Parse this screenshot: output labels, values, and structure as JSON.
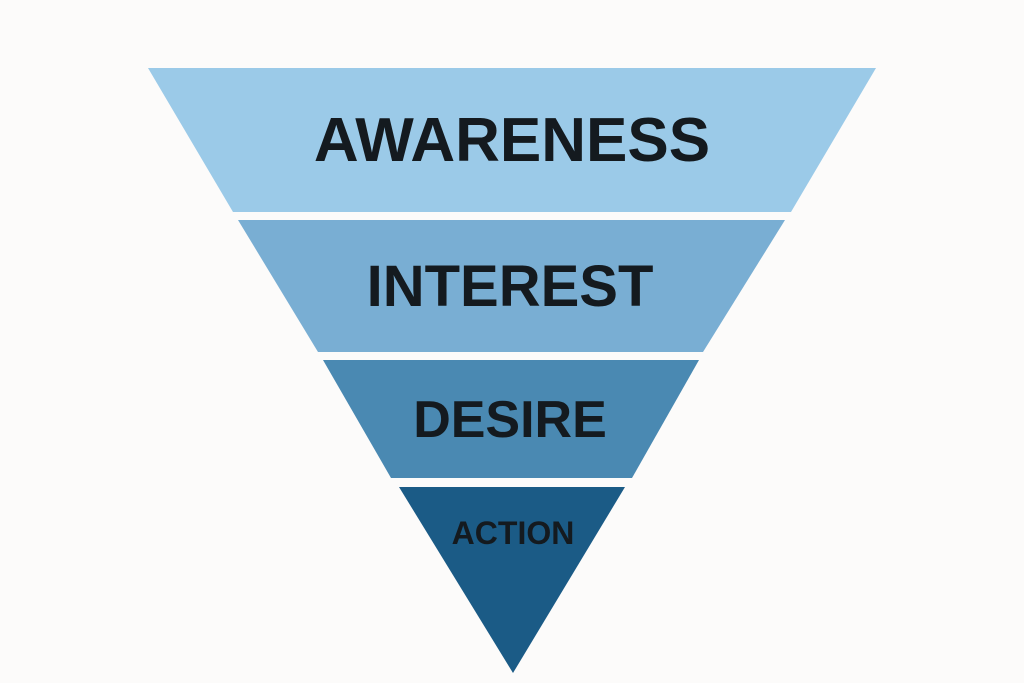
{
  "diagram": {
    "type": "inverted-funnel",
    "stages": [
      {
        "label": "AWARENESS",
        "color": "#9bcae8"
      },
      {
        "label": "INTEREST",
        "color": "#79aed3"
      },
      {
        "label": "DESIRE",
        "color": "#4a89b2"
      },
      {
        "label": "ACTION",
        "color": "#1b5b86"
      }
    ],
    "label_color": "#141a1f",
    "background": "#fcfbfa"
  }
}
